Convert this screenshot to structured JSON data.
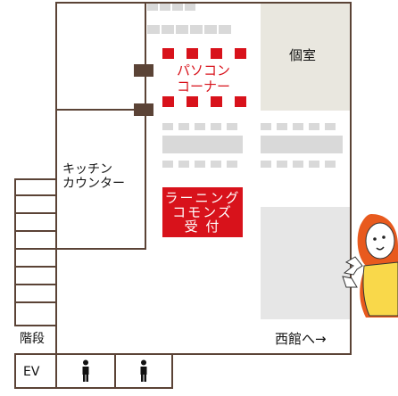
{
  "rooms": {
    "private_room": "個室",
    "pc_corner_line1": "パソコン",
    "pc_corner_line2": "コーナー",
    "kitchen_line1": "キッチン",
    "kitchen_line2": "カウンター",
    "lc_line1": "ラーニング",
    "lc_line2": "コモンズ",
    "lc_line3": "受 付",
    "stairs": "階段",
    "elevator": "EV",
    "west_building": "西館へ→"
  },
  "icons": {
    "restroom_1": "restroom-icon",
    "restroom_2": "restroom-icon",
    "mascot": "mascot-character"
  },
  "colors": {
    "wall": "#5b4336",
    "accent_red": "#d8121b",
    "private_room_fill": "#e9e7df",
    "light_gray": "#e6e6e6",
    "mascot_orange": "#e85a1e",
    "mascot_yellow": "#f9d84a"
  }
}
